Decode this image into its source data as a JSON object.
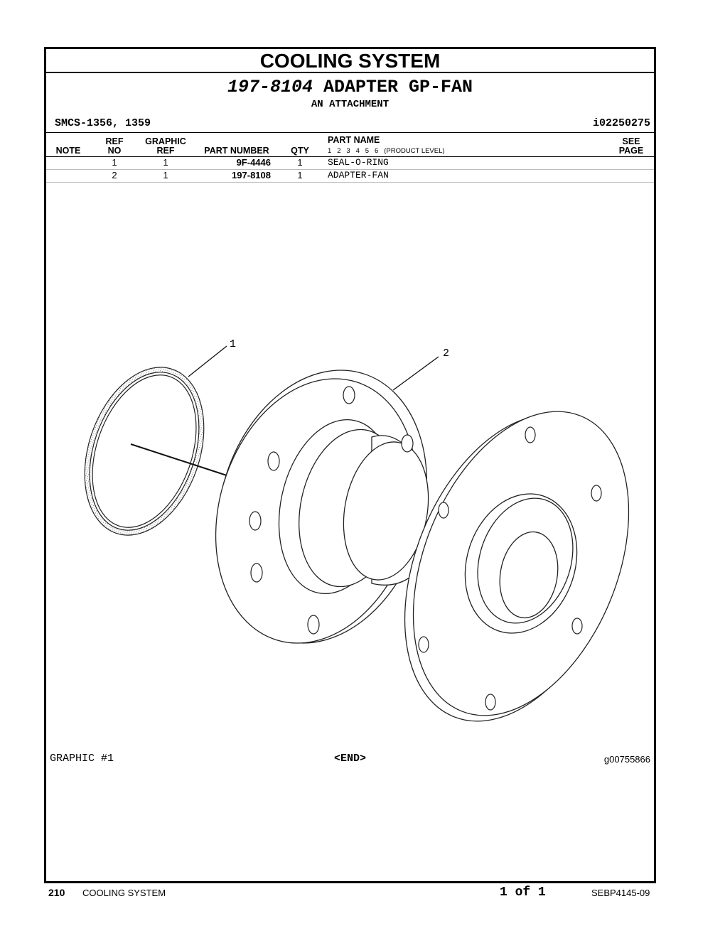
{
  "section_title": "COOLING SYSTEM",
  "group": {
    "part_number": "197-8104",
    "name": "ADAPTER GP-FAN",
    "subtitle": "AN ATTACHMENT",
    "smcs": "SMCS-1356, 1359",
    "doc_id": "i02250275"
  },
  "columns": {
    "note": "NOTE",
    "ref_top": "REF",
    "ref_bottom": "NO",
    "graphic_top": "GRAPHIC",
    "graphic_bottom": "REF",
    "part_number": "PART NUMBER",
    "qty": "QTY",
    "part_name": "PART NAME",
    "levels": "1   2   3   4   5   6   (PRODUCT LEVEL)",
    "see_top": "SEE",
    "see_bottom": "PAGE"
  },
  "parts": [
    {
      "ref": "1",
      "graphic": "1",
      "part_number": "9F-4446",
      "qty": "1",
      "name": "SEAL-O-RING"
    },
    {
      "ref": "2",
      "graphic": "1",
      "part_number": "197-8108",
      "qty": "1",
      "name": "ADAPTER-FAN"
    }
  ],
  "illustration": {
    "callout_1": "1",
    "callout_2": "2"
  },
  "graphic_label": "GRAPHIC #1",
  "end_mark": "<END>",
  "graphic_number": "g00755866",
  "footer": {
    "page_number": "210",
    "section": "COOLING SYSTEM",
    "page_of": "1 of 1",
    "publication": "SEBP4145-09"
  }
}
